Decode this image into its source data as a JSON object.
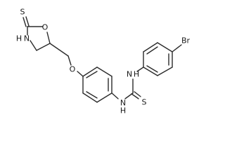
{
  "molecule": {
    "atoms": {
      "S_thione_top": "S",
      "N_oxazolidine": "N",
      "H_oxazolidine": "H",
      "O_ring": "O",
      "O_ether": "O",
      "N_thiourea_upper": "N",
      "H_thiourea_upper": "H",
      "N_thiourea_lower": "N",
      "H_thiourea_lower": "H",
      "S_thiourea": "S",
      "Br": "Br"
    }
  }
}
